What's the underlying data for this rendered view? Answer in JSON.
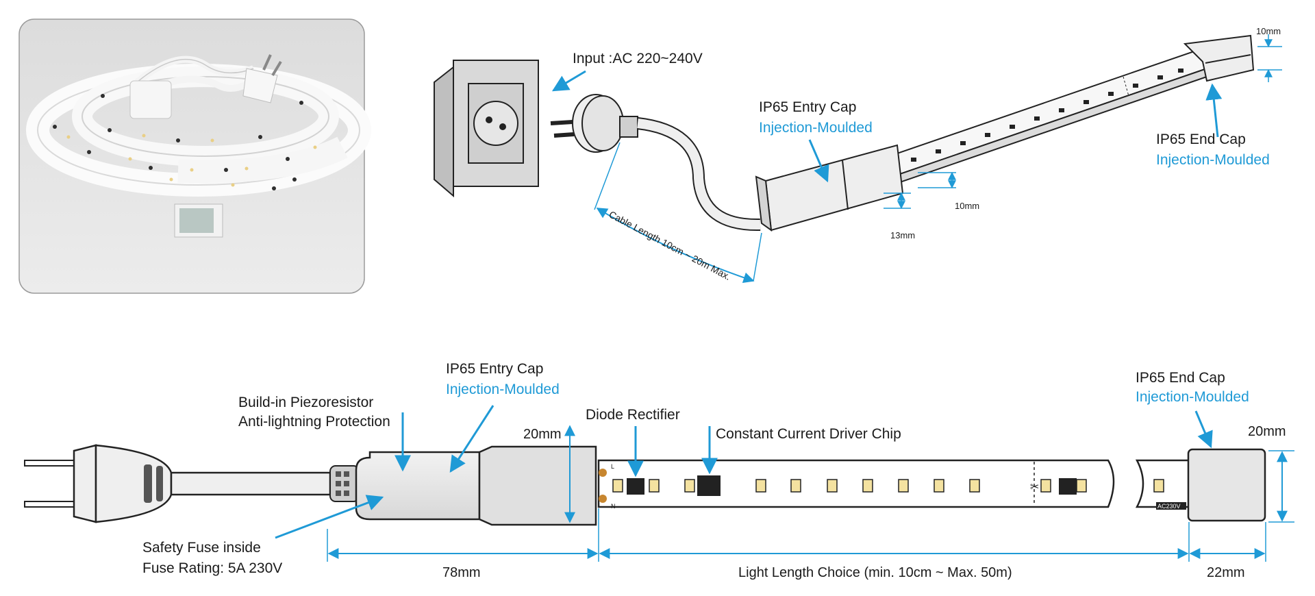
{
  "top": {
    "input_label": "Input :AC 220~240V",
    "cable_length_label": "Cable Length 10cm ~ 20m Max.",
    "entry_cap_title": "IP65 Entry Cap",
    "entry_cap_sub": "Injection-Moulded",
    "end_cap_title": "IP65 End Cap",
    "end_cap_sub": "Injection-Moulded",
    "dim_top_right": "10mm",
    "dim_mid": "10mm",
    "dim_13": "13mm"
  },
  "bottom": {
    "piezo_line1": "Build-in Piezoresistor",
    "piezo_line2": "Anti-lightning Protection",
    "entry_cap_title": "IP65 Entry Cap",
    "entry_cap_sub": "Injection-Moulded",
    "diode_label": "Diode Rectifier",
    "driver_label": "Constant Current Driver Chip",
    "end_cap_title": "IP65 End Cap",
    "end_cap_sub": "Injection-Moulded",
    "dim_height_left": "20mm",
    "dim_height_right": "20mm",
    "fuse_line1": "Safety Fuse inside",
    "fuse_line2": "Fuse Rating: 5A 230V",
    "dim_78": "78mm",
    "dim_light": "Light Length Choice (min. 10cm ~ Max. 50m)",
    "dim_22": "22mm",
    "voltage_print": "AC230V",
    "pin_l": "L",
    "pin_n": "N"
  },
  "colors": {
    "accent_blue": "#1f9ad6",
    "line": "#222222",
    "cap_gray": "#e6e6e6",
    "led_yellow": "#f4e2a0"
  }
}
